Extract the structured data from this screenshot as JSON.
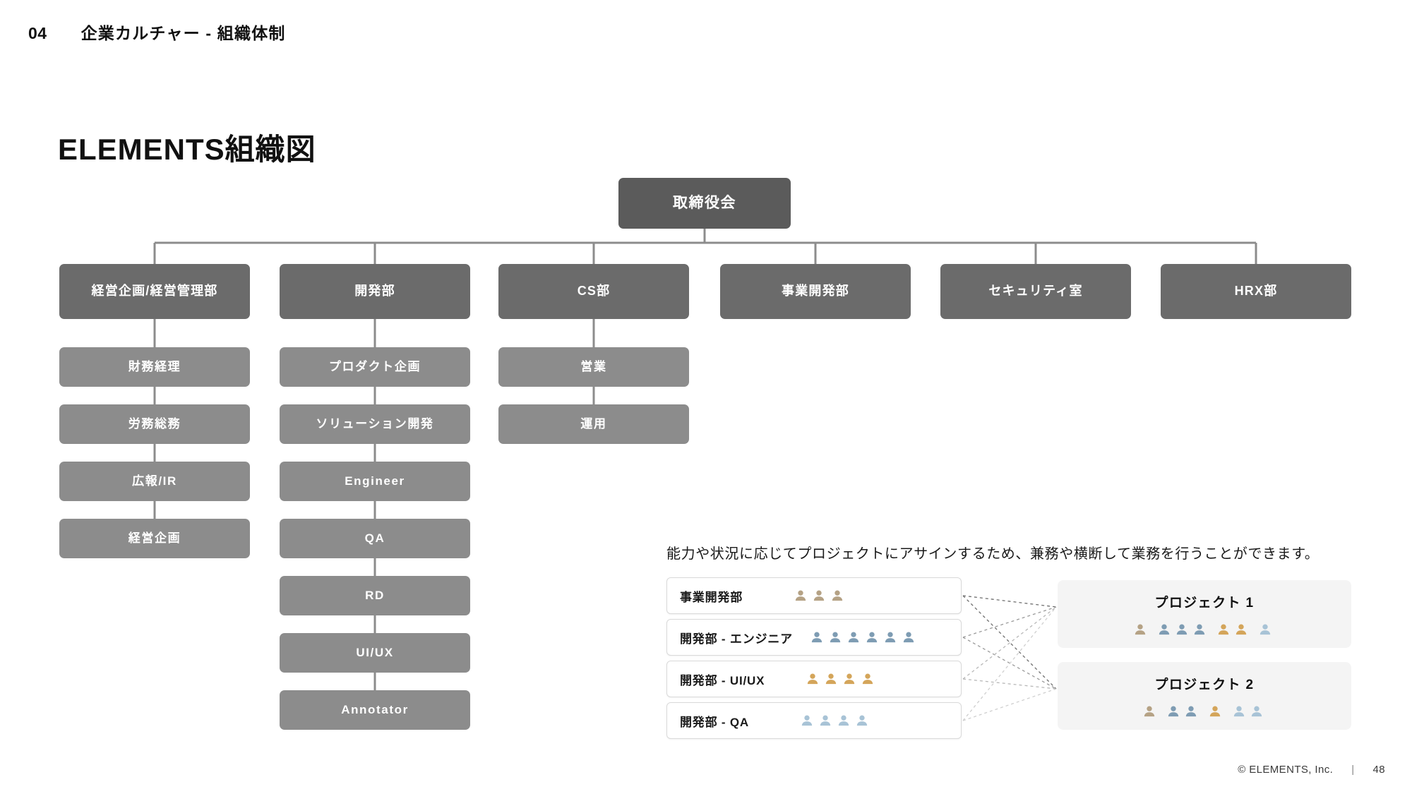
{
  "header": {
    "number": "04",
    "title": "企業カルチャー - 組織体制"
  },
  "page_title": "ELEMENTS組織図",
  "org_chart": {
    "root": {
      "label": "取締役会"
    },
    "departments": [
      {
        "label": "経営企画/経営管理部",
        "children": [
          "財務経理",
          "労務総務",
          "広報/IR",
          "経営企画"
        ]
      },
      {
        "label": "開発部",
        "children": [
          "プロダクト企画",
          "ソリューション開発",
          "Engineer",
          "QA",
          "RD",
          "UI/UX",
          "Annotator"
        ]
      },
      {
        "label": "CS部",
        "children": [
          "営業",
          "運用"
        ]
      },
      {
        "label": "事業開発部",
        "children": []
      },
      {
        "label": "セキュリティ室",
        "children": []
      },
      {
        "label": "HRX部",
        "children": []
      }
    ]
  },
  "assignment": {
    "caption": "能力や状況に応じてプロジェクトにアサインするため、兼務や横断して業務を行うことができます。",
    "teams": [
      {
        "label": "事業開発部",
        "members": [
          "tan",
          "tan",
          "tan"
        ]
      },
      {
        "label": "開発部 - エンジニア",
        "members": [
          "slate",
          "slate",
          "slate",
          "slate",
          "slate",
          "slate"
        ]
      },
      {
        "label": "開発部 - UI/UX",
        "members": [
          "gold",
          "gold",
          "gold",
          "gold"
        ]
      },
      {
        "label": "開発部 - QA",
        "members": [
          "lightblue",
          "lightblue",
          "lightblue",
          "lightblue"
        ]
      }
    ],
    "projects": [
      {
        "title": "プロジェクト 1",
        "members": [
          "tan",
          "gap",
          "slate",
          "slate",
          "slate",
          "gap",
          "gold",
          "gold",
          "gap",
          "lightblue"
        ]
      },
      {
        "title": "プロジェクト 2",
        "members": [
          "tan",
          "gap",
          "slate",
          "slate",
          "gap",
          "gold",
          "gap",
          "lightblue",
          "lightblue"
        ]
      }
    ]
  },
  "colors": {
    "root_box": "#5b5b5b",
    "dept_box": "#6b6b6b",
    "sub_box": "#8c8c8c",
    "connector": "#8c8c8c",
    "person_tan": "#b5a285",
    "person_slate": "#7e9cb3",
    "person_gold": "#d4a55a",
    "person_lightblue": "#a8c3d6",
    "project_bg": "#f4f4f4"
  },
  "footer": {
    "copyright": "© ELEMENTS, Inc.",
    "separator": "|",
    "page_number": "48"
  }
}
